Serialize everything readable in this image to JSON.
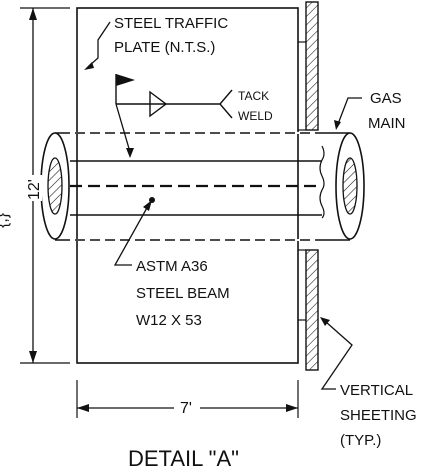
{
  "labels": {
    "traffic_plate_line1": "STEEL TRAFFIC",
    "traffic_plate_line2": "PLATE (N.T.S.)",
    "weld_line1": "TACK",
    "weld_line2": "WELD",
    "gas_line1": "GAS",
    "gas_line2": "MAIN",
    "beam_line1": "ASTM A36",
    "beam_line2": "STEEL BEAM",
    "beam_line3": "W12 X 53",
    "sheeting_line1": "VERTICAL",
    "sheeting_line2": "SHEETING",
    "sheeting_line3": "(TYP.)"
  },
  "dimensions": {
    "height": "12'",
    "width": "7'"
  },
  "title": "DETAIL \"A\""
}
